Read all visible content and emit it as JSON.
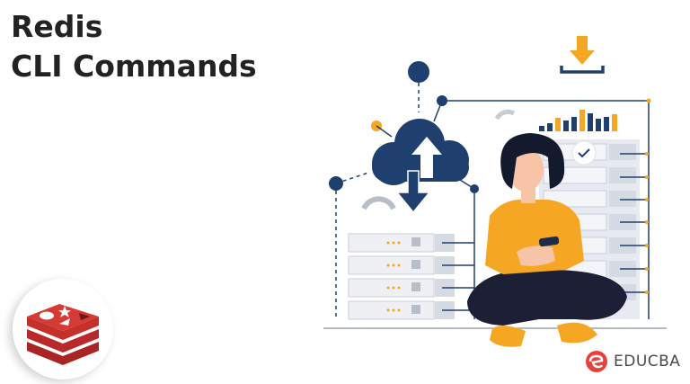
{
  "title": {
    "line1": "Redis",
    "line2": "CLI Commands"
  },
  "logo": {
    "name": "redis-logo-icon",
    "color": "#c6302b"
  },
  "brand": {
    "name": "EDUCBA",
    "icon": "educba-logo-icon",
    "color": "#e8413c"
  },
  "illustration": {
    "description": "Woman sitting cross-legged with phone in front of server racks, cloud upload/download icon, download icon, bar chart",
    "colors": {
      "navy": "#1f3f6e",
      "orange": "#f5a623",
      "server_gray": "#dfe3ea",
      "shirt": "#f5a623",
      "pants": "#1c1f36",
      "hair": "#141a2e",
      "skin": "#f8c4a8"
    },
    "bar_chart_bars": [
      "navy",
      "navy",
      "orange",
      "navy",
      "navy",
      "orange",
      "navy",
      "navy",
      "navy",
      "orange"
    ]
  }
}
